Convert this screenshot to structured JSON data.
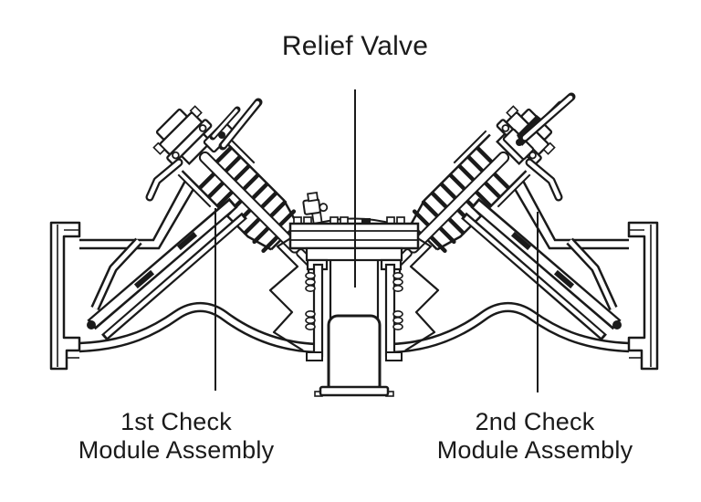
{
  "callouts": {
    "relief_valve": {
      "label": "Relief Valve"
    },
    "first_check": {
      "line1": "1st Check",
      "line2": "Module Assembly"
    },
    "second_check": {
      "line1": "2nd Check",
      "line2": "Module Assembly"
    }
  },
  "colors": {
    "line_color": "#1a1a1a",
    "background": "#ffffff"
  }
}
